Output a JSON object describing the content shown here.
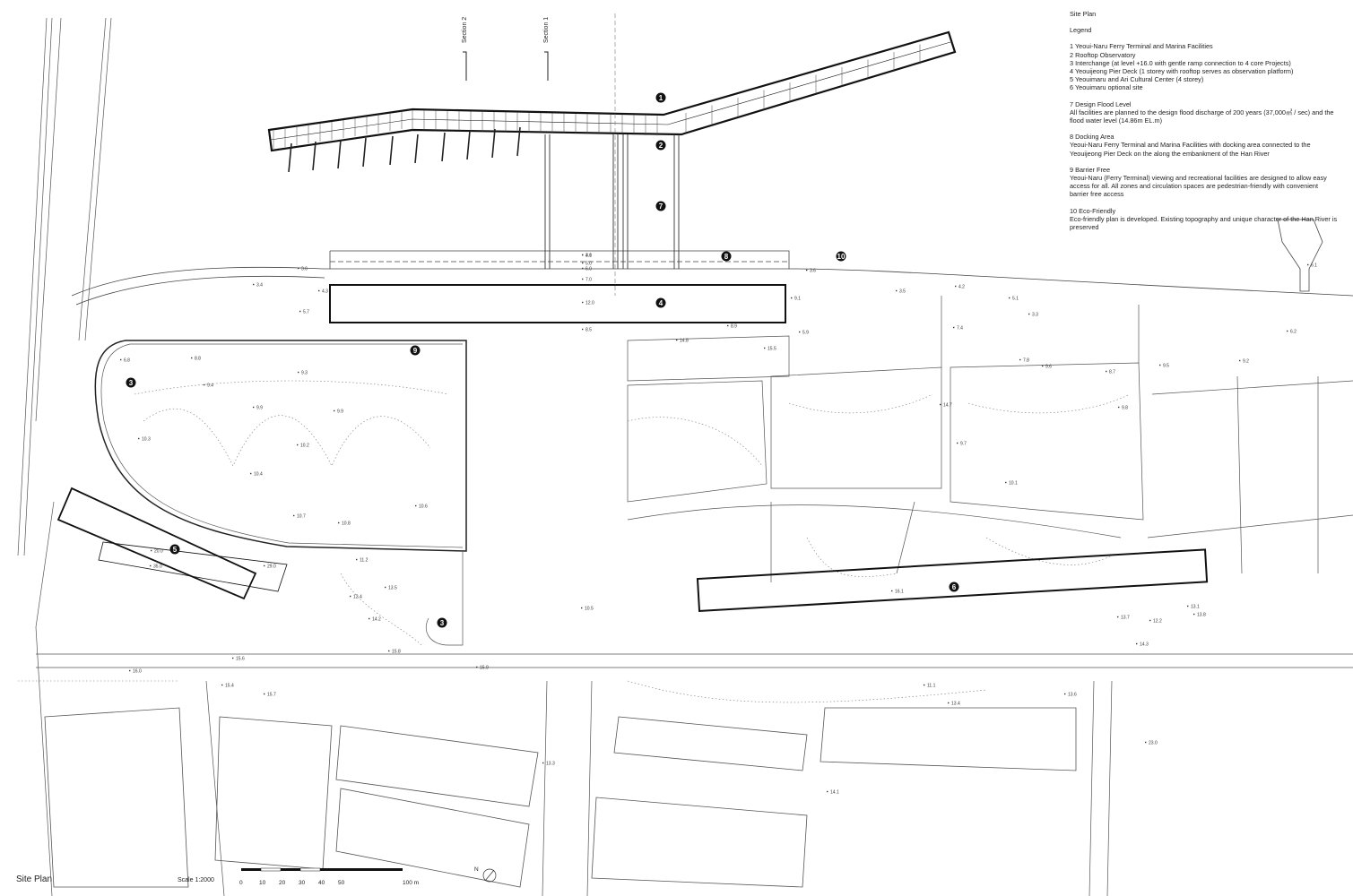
{
  "legend": {
    "title": "Site Plan",
    "heading": "Legend",
    "items": [
      "1 Yeoui-Naru Ferry Terminal and Marina Facilities",
      "2 Rooftop Observatory",
      "3 Interchange (at level +16.0 with gentle ramp connection to 4 core Projects)",
      "4 Yeouijeong Pier Deck (1 storey with rooftop serves as observation platform)",
      "5 Yeouimaru and Ari Cultural Center (4 storey)",
      "6 Yeouimaru optional site"
    ],
    "notes": [
      {
        "title": "7 Design Flood Level",
        "text": "All facilities are planned to the design flood discharge of 200 years (37,000㎥ / sec) and the flood water level (14.86m EL.m)"
      },
      {
        "title": "8 Docking Area",
        "text": "Yeoui-Naru Ferry Terminal and Marina Facilities with docking area connected to the Yeouijeong Pier Deck on the along the embankment of the Han River"
      },
      {
        "title": "9 Barrier Free",
        "text": "Yeoui-Naru (Ferry Terminal) viewing and recreational facilities are designed to allow easy access for all. All zones and circulation spaces are pedestrian-friendly with convenient barrier free access"
      },
      {
        "title": "10 Eco-Friendly",
        "text": "Eco-friendly plan is developed. Existing topography and unique character of the Han River is preserved"
      }
    ]
  },
  "sections": {
    "s1": "Section 1",
    "s2": "Section 2"
  },
  "footer": {
    "title": "Site Plan",
    "scale": "Scale 1:2000",
    "north": "N"
  },
  "scale_bar": {
    "ticks": [
      "0",
      "10",
      "20",
      "30",
      "40",
      "50",
      "100 m"
    ]
  },
  "markers": [
    {
      "id": "m1",
      "num": "1"
    },
    {
      "id": "m2",
      "num": "2"
    },
    {
      "id": "m7",
      "num": "7"
    },
    {
      "id": "m8",
      "num": "8"
    },
    {
      "id": "m10",
      "num": "10"
    },
    {
      "id": "m4",
      "num": "4"
    },
    {
      "id": "m9",
      "num": "9"
    },
    {
      "id": "m3a",
      "num": "3"
    },
    {
      "id": "m5",
      "num": "5"
    },
    {
      "id": "m6",
      "num": "6"
    },
    {
      "id": "m3b",
      "num": "3"
    }
  ],
  "spot_elevations": [
    "4.0",
    "5.0",
    "6.0",
    "7.0",
    "12.0",
    "8.5",
    "3.6",
    "3.6",
    "3.5",
    "3.4",
    "4.3",
    "5.7",
    "6.8",
    "8.8",
    "9.3",
    "9.4",
    "9.9",
    "9.9",
    "10.3",
    "10.2",
    "10.4",
    "10.6",
    "10.7",
    "10.8",
    "11.2",
    "12.4",
    "13.5",
    "14.2",
    "15.4",
    "15.6",
    "15.7",
    "15.8",
    "15.9",
    "16.0",
    "16.1",
    "20.0",
    "35.0",
    "29.0",
    "23.0",
    "13.3",
    "13.4",
    "13.6",
    "14.1",
    "14.7",
    "9.8",
    "9.7",
    "10.1",
    "10.5",
    "11.1",
    "12.2",
    "13.1",
    "13.7",
    "13.8",
    "14.3",
    "14.8",
    "15.5",
    "7.8",
    "8.7",
    "9.5",
    "9.6",
    "9.2",
    "8.9",
    "9.1",
    "5.9",
    "7.4",
    "6.2",
    "6.1",
    "5.1",
    "3.3",
    "4.2",
    "3.1"
  ],
  "colors": {
    "line": "#222222",
    "thin": "#555555",
    "marker": "#111111",
    "dotted": "#666666"
  }
}
